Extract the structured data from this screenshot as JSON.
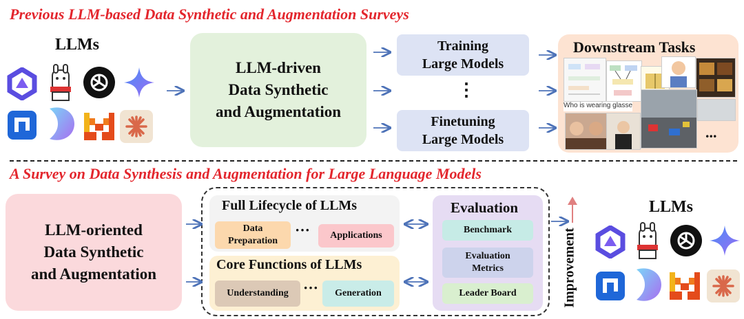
{
  "top": {
    "heading": "Previous LLM-based Data Synthetic and  Augmentation Surveys",
    "llms_label": "LLMs",
    "main_box": [
      "LLM-driven",
      "Data Synthetic",
      "and Augmentation"
    ],
    "training_box": [
      "Training",
      "Large Models"
    ],
    "vdots": "⋮",
    "finetuning_box": [
      "Finetuning",
      "Large Models"
    ],
    "downstream_title": "Downstream  Tasks",
    "downstream_ellipsis": "...",
    "downstream_caption": "Who is wearing glasses?"
  },
  "bottom": {
    "heading": "A Survey on Data Synthesis and Augmentation for Large Language Models",
    "main_box": [
      "LLM-oriented",
      "Data Synthetic",
      "and Augmentation"
    ],
    "lifecycle": {
      "title": "Full Lifecycle of LLMs",
      "item1": [
        "Data",
        "Preparation"
      ],
      "dots": "···",
      "item2": "Applications"
    },
    "core": {
      "title": "Core Functions of LLMs",
      "item1": "Understanding",
      "dots": "···",
      "item2": "Generation"
    },
    "evaluation": {
      "title": "Evaluation",
      "item1": "Benchmark",
      "item2": [
        "Evaluation",
        "Metrics"
      ],
      "item3": "Leader Board"
    },
    "improvement": "Improvement",
    "llms_label": "LLMs"
  },
  "colors": {
    "heading": "#e3262d",
    "green_box": "#e3f1dc",
    "blue_box": "#dde3f4",
    "pink_box": "#fbd9dc",
    "peach_box": "#fde3d2",
    "lifecycle_bg": "#f3f3f3",
    "core_bg": "#fdf0d3",
    "eval_bg": "#e6dcf3",
    "arrow": "#4e73b8"
  }
}
